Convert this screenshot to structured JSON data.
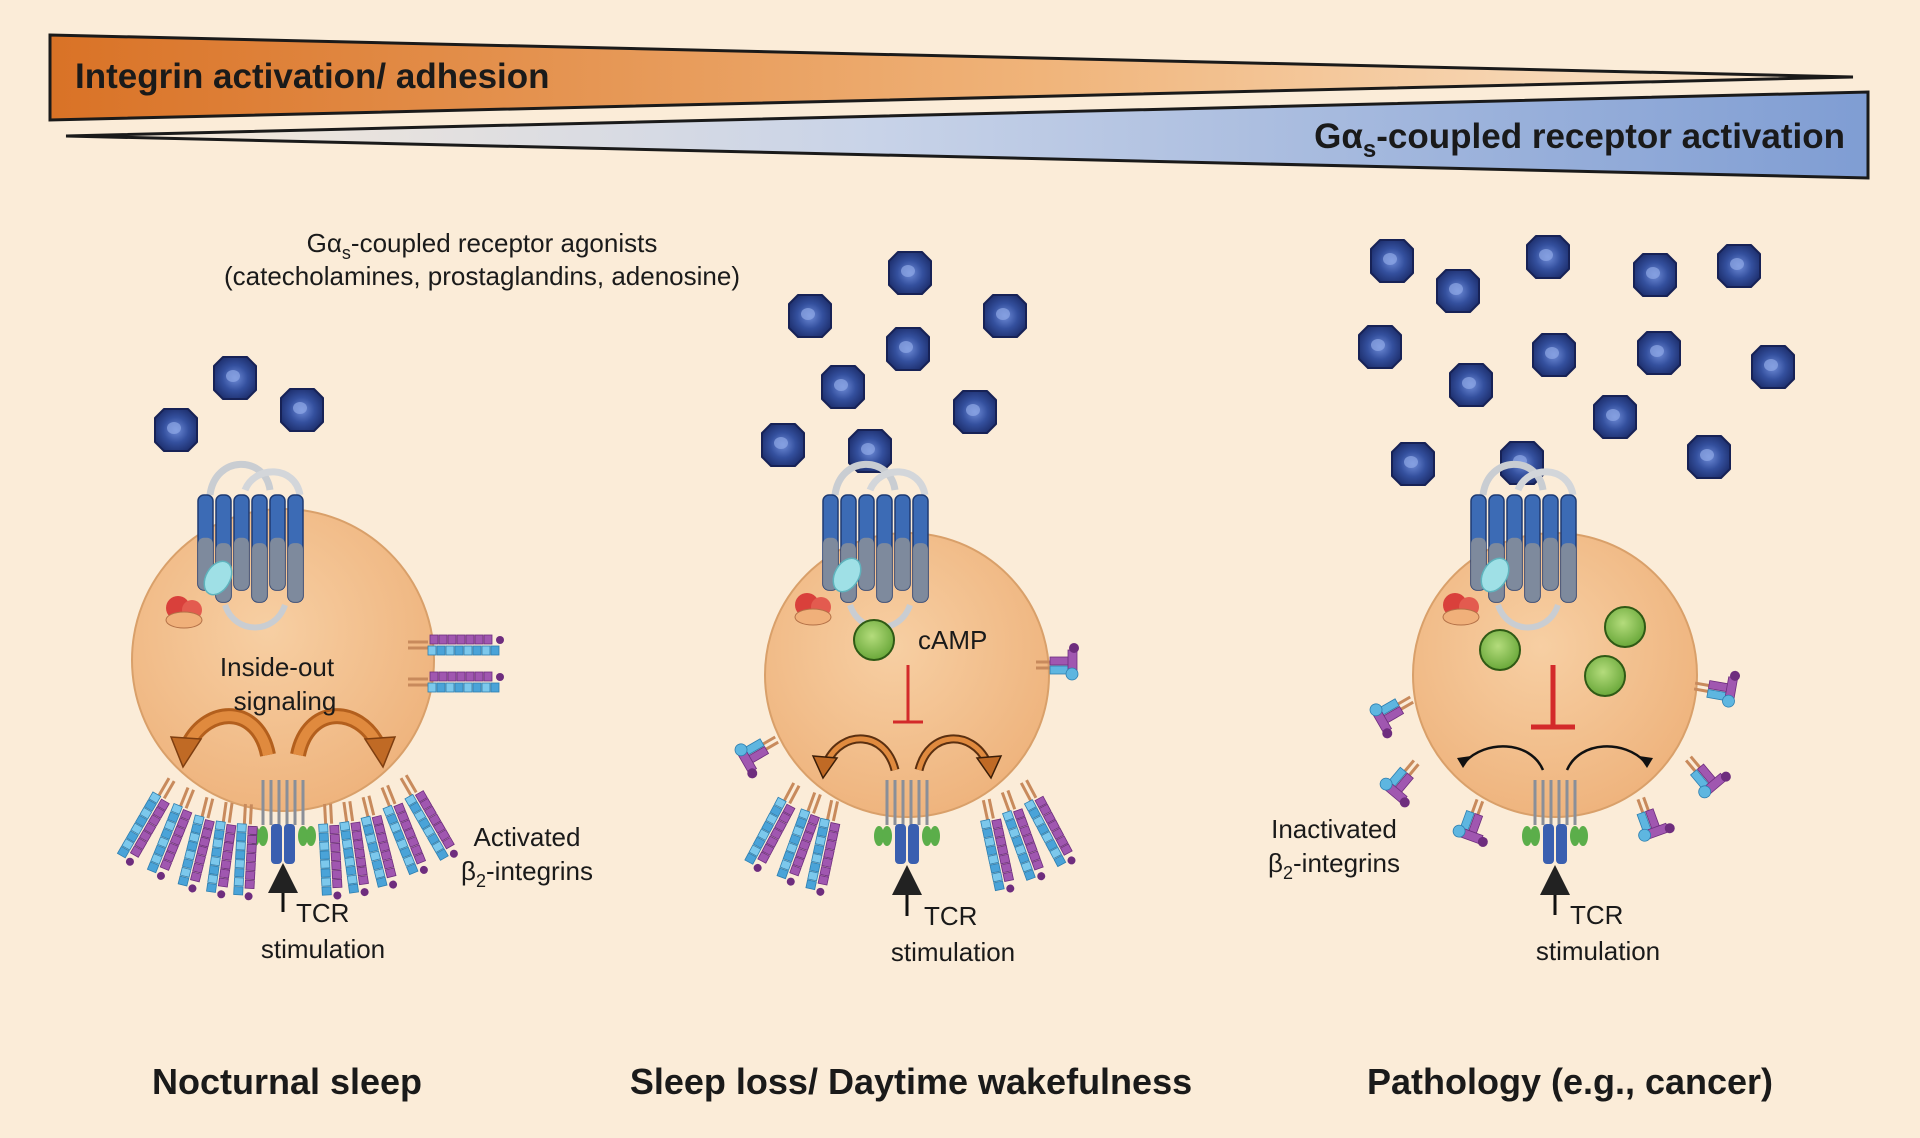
{
  "banner": {
    "top_label": "Integrin activation/ adhesion",
    "bottom_label_prefix": "Gα",
    "bottom_label_sub": "s",
    "bottom_label_suffix": "-coupled receptor activation"
  },
  "agonists": {
    "line1_prefix": "Gα",
    "line1_sub": "s",
    "line1_suffix": "-coupled receptor agonists",
    "line2": "(catecholamines, prostaglandins, adenosine)"
  },
  "panels": [
    {
      "caption": "Nocturnal sleep",
      "inside_line1": "Inside-out",
      "inside_line2": "signaling",
      "integrin_label_line1": "Activated",
      "integrin_label_line2_prefix": "β",
      "integrin_label_line2_sub": "2",
      "integrin_label_line2_suffix": "-integrins",
      "tcr_line1": "TCR",
      "tcr_line2": "stimulation"
    },
    {
      "caption": "Sleep loss/ Daytime wakefulness",
      "camp_label": "cAMP",
      "tcr_line1": "TCR",
      "tcr_line2": "stimulation"
    },
    {
      "caption": "Pathology (e.g., cancer)",
      "integrin_label_line1": "Inactivated",
      "integrin_label_line2_prefix": "β",
      "integrin_label_line2_sub": "2",
      "integrin_label_line2_suffix": "-integrins",
      "tcr_line1": "TCR",
      "tcr_line2": "stimulation"
    }
  ],
  "colors": {
    "background": "#fbecd8",
    "orange_wedge": "#d97a2e",
    "blue_wedge": "#7f9dd3",
    "cell": "#f2c493",
    "agonist": "#2c3f86",
    "camp": "#7fb84a",
    "inhibit": "#d32a2a",
    "integrin_blue": "#5eb6e0",
    "integrin_purple": "#9a4fa8"
  }
}
